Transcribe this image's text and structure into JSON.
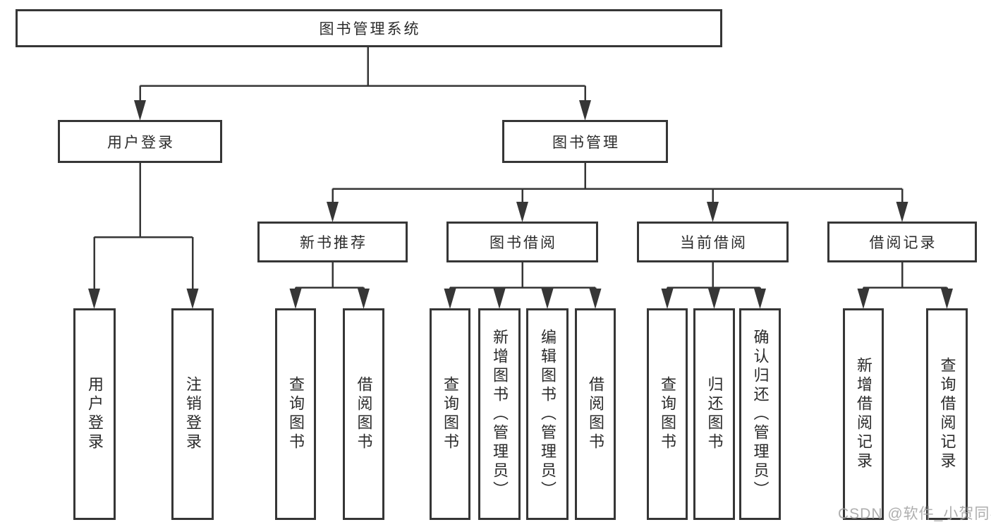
{
  "colors": {
    "line": "#363636",
    "box_border": "#363636",
    "text": "#2b2b2b",
    "watermark": "#a5a5a5",
    "background": "#ffffff"
  },
  "root": {
    "label": "图书管理系统"
  },
  "branches": [
    {
      "label": "用户登录",
      "children": [
        "用户登录",
        "注销登录"
      ]
    },
    {
      "label": "图书管理",
      "sections": [
        {
          "label": "新书推荐",
          "children": [
            "查询图书",
            "借阅图书"
          ]
        },
        {
          "label": "图书借阅",
          "children": [
            "查询图书",
            "新增图书（管理员）",
            "编辑图书（管理员）",
            "借阅图书"
          ]
        },
        {
          "label": "当前借阅",
          "children": [
            "查询图书",
            "归还图书",
            "确认归还（管理员）"
          ]
        },
        {
          "label": "借阅记录",
          "children": [
            "新增借阅记录",
            "查询借阅记录"
          ]
        }
      ]
    }
  ],
  "watermark": "CSDN @软件_小贺同学"
}
